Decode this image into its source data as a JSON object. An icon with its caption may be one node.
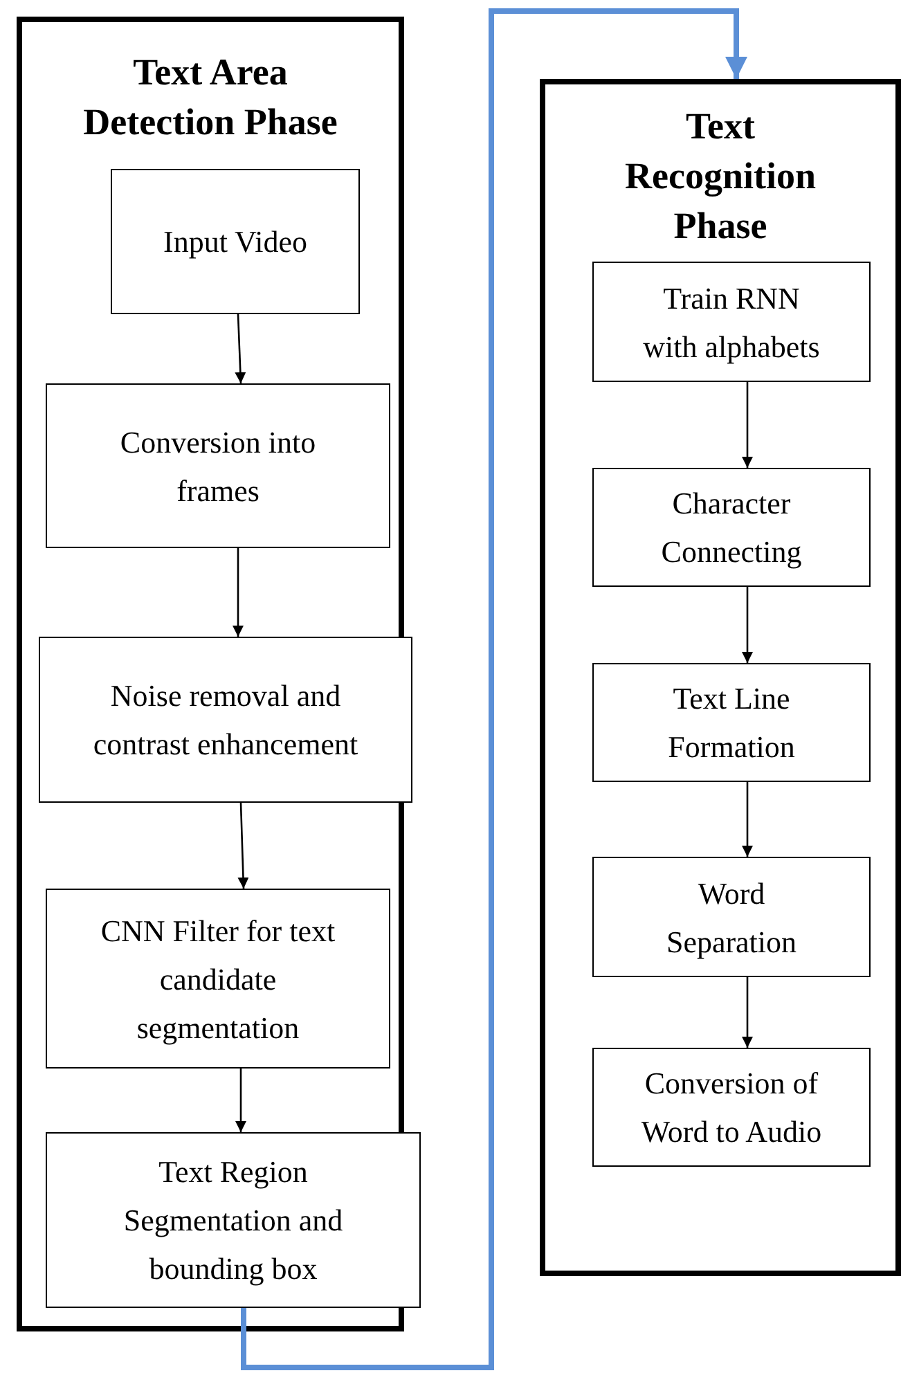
{
  "diagram": {
    "nodes": [
      {
        "text": [
          "Text Area Detection Phase"
        ]
      },
      {
        "text": [
          "Input Video"
        ],
        "in": 0
      },
      {
        "text": [
          "Conversion into frames"
        ],
        "in": 0
      },
      {
        "text": [
          "Noise removal and contrast enhancement"
        ],
        "in": 0
      },
      {
        "text": [
          "CNN Filter for text candidate segmentation"
        ],
        "in": 0
      },
      {
        "text": [
          "Text Region Segmentation and bounding box"
        ],
        "in": 0
      },
      {
        "text": [
          "Text Recognition Phase"
        ]
      },
      {
        "text": [
          "Train RNN with alphabets"
        ],
        "in": 6
      },
      {
        "text": [
          "Character Connecting"
        ],
        "in": 6
      },
      {
        "text": [
          "Text Line Formation"
        ],
        "in": 6
      },
      {
        "text": [
          "Word Separation"
        ],
        "in": 6
      },
      {
        "text": [
          "Conversion of Word to Audio"
        ],
        "in": 6
      }
    ],
    "edges": [
      {
        "from": 1,
        "to": 2,
        "arrow": "to"
      },
      {
        "from": 2,
        "to": 3,
        "arrow": "to"
      },
      {
        "from": 3,
        "to": 4,
        "arrow": "to"
      },
      {
        "from": 4,
        "to": 5,
        "arrow": "to"
      },
      {
        "from": 5,
        "to": 6,
        "arrow": "to",
        "style": "thick",
        "color": "#5b8fd6"
      },
      {
        "from": 7,
        "to": 8,
        "arrow": "to"
      },
      {
        "from": 8,
        "to": 9,
        "arrow": "to"
      },
      {
        "from": 9,
        "to": 10,
        "arrow": "to"
      },
      {
        "from": 10,
        "to": 11,
        "arrow": "to"
      }
    ]
  }
}
